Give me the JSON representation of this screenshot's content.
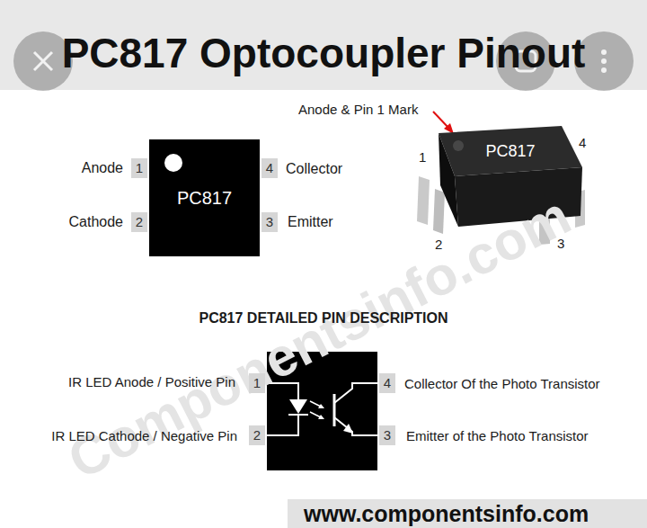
{
  "diagram": {
    "title": "PC817 Optocoupler Pinout",
    "nodes": [
      {
        "text": [
          "1"
        ]
      },
      {
        "text": [
          "PC817"
        ]
      },
      {
        "text": [
          "4"
        ]
      },
      {
        "text": [
          "2"
        ]
      },
      {
        "text": [
          "3"
        ]
      },
      {
        "text": [
          "PC817"
        ]
      },
      {
        "text": [
          "1"
        ]
      },
      {
        "text": [
          "4"
        ]
      },
      {
        "text": [
          "2"
        ]
      },
      {
        "text": [
          "3"
        ]
      },
      {
        "text": [
          "www.componentsinfo.com"
        ]
      }
    ],
    "labels": [
      "Anode & Pin 1 Mark",
      "Anode",
      "Collector",
      "Cathode",
      "Emitter",
      "1",
      "4",
      "2",
      "3",
      "PC817 DETAILED PIN DESCRIPTION",
      "IR LED Anode / Positive Pin",
      "Collector Of the Photo Transistor",
      "IR LED Cathode / Negative Pin",
      "Emitter of the Photo Transistor",
      "Componentsinfo.com"
    ]
  }
}
